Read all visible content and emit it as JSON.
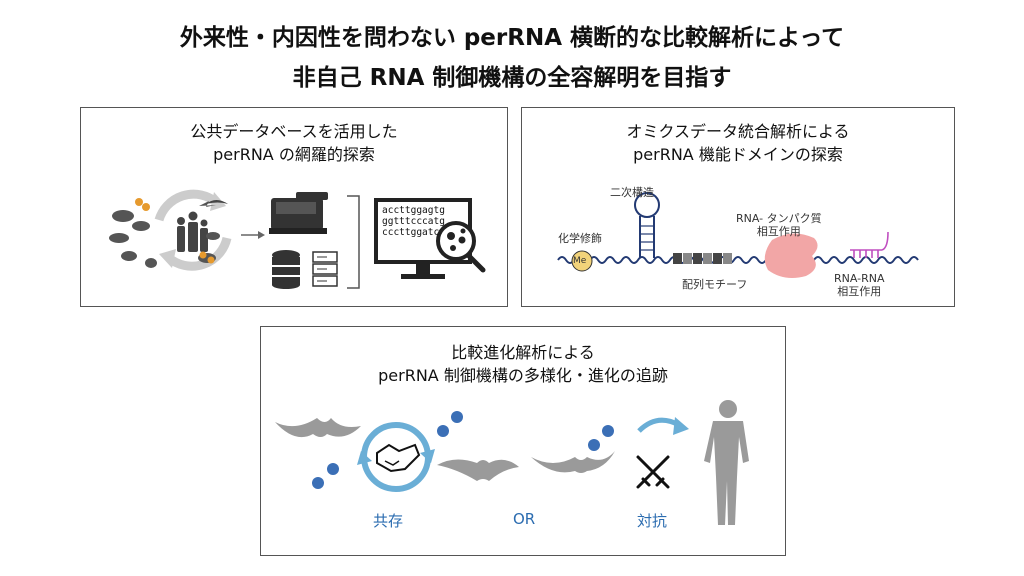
{
  "header": {
    "line1": "外来性・内因性を問わない perRNA 横断的な比較解析によって",
    "line2": "非自己 RNA 制御機構の全容解明を目指す"
  },
  "panel_public": {
    "title1": "公共データベースを活用した",
    "title2": "perRNA の網羅的探索",
    "seq": [
      "accttggagtg",
      "ggtttcccatg",
      "cccttggatc"
    ]
  },
  "panel_omics": {
    "title1": "オミクスデータ統合解析による",
    "title2": "perRNA 機能ドメインの探索",
    "secondary_structure": "二次構造",
    "modification": "化学修飾",
    "me": "Me",
    "protein_l1": "RNA- タンパク質",
    "protein_l2": "相互作用",
    "motif": "配列モチーフ",
    "rna_rna_l1": "RNA-RNA",
    "rna_rna_l2": "相互作用"
  },
  "panel_evo": {
    "title1": "比較進化解析による",
    "title2": "perRNA 制御機構の多様化・進化の追跡",
    "coexist": "共存",
    "or": "OR",
    "oppose": "対抗"
  },
  "colors": {
    "blue": "#2b6cb0",
    "arrow": "#6aaed6",
    "virus": "#3b6fb6",
    "protein": "#f2a6a6",
    "magenta": "#c04ec0",
    "bat": "#9a9a9a"
  }
}
